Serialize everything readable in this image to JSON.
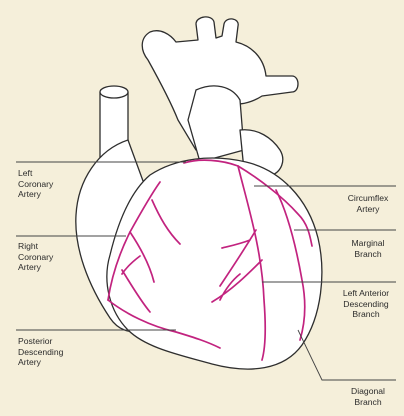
{
  "colors": {
    "background": "#f5efda",
    "artery": "#c2237f",
    "outline": "#2e2e2e",
    "heart_fill": "#ffffff",
    "leader": "#444444"
  },
  "labels": {
    "left_coronary_artery": "Left\nCoronary\nArtery",
    "right_coronary_artery": "Right\nCoronary\nArtery",
    "posterior_descending_artery": "Posterior\nDescending\nArtery",
    "circumflex_artery": "Circumflex\nArtery",
    "marginal_branch": "Marginal\nBranch",
    "left_anterior_descending_branch": "Left Anterior\nDescending\nBranch",
    "diagonal_branch": "Diagonal\nBranch"
  }
}
